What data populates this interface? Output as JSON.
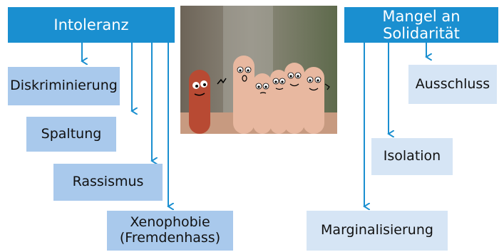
{
  "left": {
    "title": "Intoleranz",
    "items": [
      "Diskriminierung",
      "Spaltung",
      "Rassismus",
      "Xenophobie",
      "(Fremdenhass)"
    ]
  },
  "right": {
    "title": "Mangel an Solidarität",
    "items": [
      "Ausschluss",
      "Isolation",
      "Marginalisierung"
    ]
  },
  "colors": {
    "header": "#1a8fd0",
    "box": "#a9c9ec",
    "box_light": "#d6e5f5",
    "arrow": "#1a8fd0"
  },
  "photo": {
    "subject": "finger-people-illustration"
  }
}
